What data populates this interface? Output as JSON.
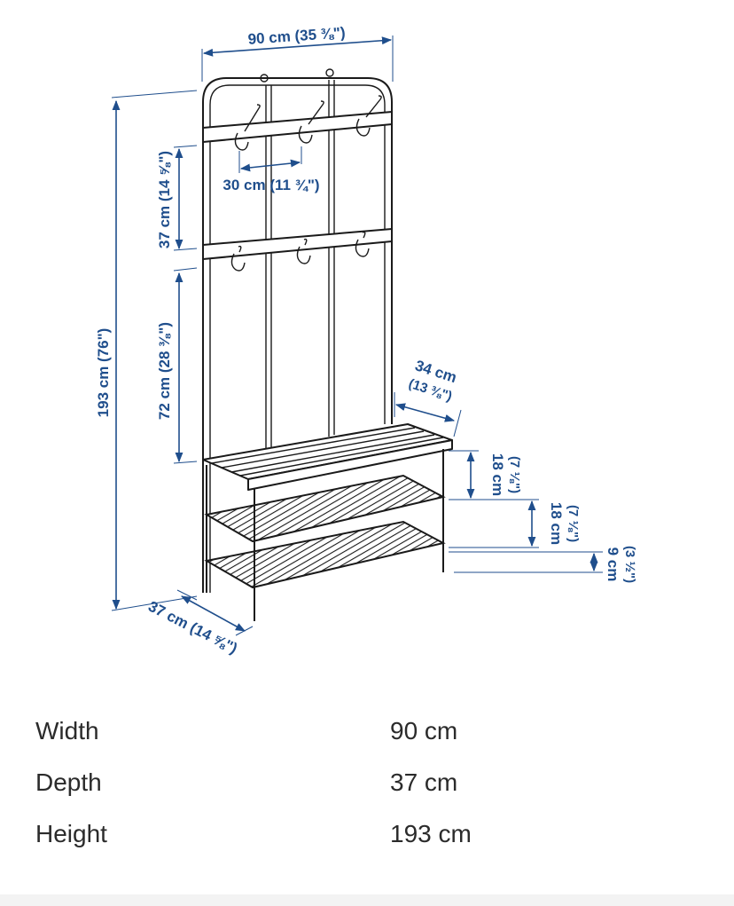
{
  "diagram": {
    "dims": {
      "width_top": "90 cm (35 ⅜\")",
      "hook_spacing": "30 cm (11 ¾\")",
      "upper_rail_gap": "37 cm (14 ⅝\")",
      "lower_rail_gap": "72 cm (28 ⅜\")",
      "total_height": "193 cm (76\")",
      "seat_depth_cm": "34 cm",
      "seat_depth_in": "(13 ⅜\")",
      "seat_to_shelf_cm": "18 cm",
      "seat_to_shelf_in": "(7 ⅛\")",
      "shelf_to_shelf_cm": "18 cm",
      "shelf_to_shelf_in": "(7 ⅛\")",
      "shelf_floor_cm": "9 cm",
      "shelf_floor_in": "(3 ½\")",
      "depth_bottom": "37 cm (14 ⅝\")"
    }
  },
  "specs": [
    {
      "label": "Width",
      "value": "90 cm"
    },
    {
      "label": "Depth",
      "value": "37 cm"
    },
    {
      "label": "Height",
      "value": "193 cm"
    }
  ],
  "colors": {
    "dimension": "#1f4e8c",
    "line": "#1a1a1a",
    "text": "#2b2b2b"
  }
}
